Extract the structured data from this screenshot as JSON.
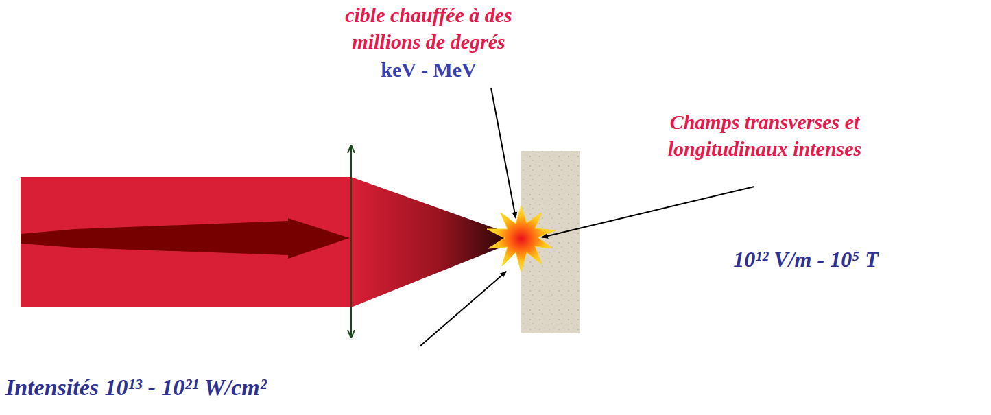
{
  "diagram": {
    "labels": [
      "cible chauffée à des millions de degrés",
      "keV - MeV",
      "Champs transverses et longitudinaux intenses",
      "10¹² V/m - 10⁵ T",
      "Intensités 10¹³ - 10²¹ W/cm²"
    ]
  }
}
